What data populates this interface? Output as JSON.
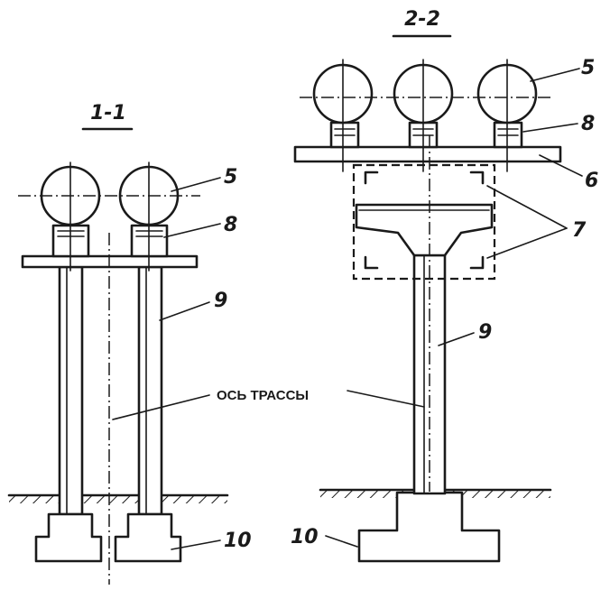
{
  "sections": {
    "left": {
      "title": "1-1"
    },
    "right": {
      "title": "2-2"
    }
  },
  "callouts": {
    "left_5": "5",
    "left_8": "8",
    "left_9": "9",
    "left_10": "10",
    "right_5": "5",
    "right_8": "8",
    "right_6": "6",
    "right_7": "7",
    "right_9": "9",
    "right_10": "10"
  },
  "axis_label": "ОСЬ ТРАССЫ",
  "colors": {
    "ink": "#1a1a1a",
    "paper": "#ffffff"
  }
}
